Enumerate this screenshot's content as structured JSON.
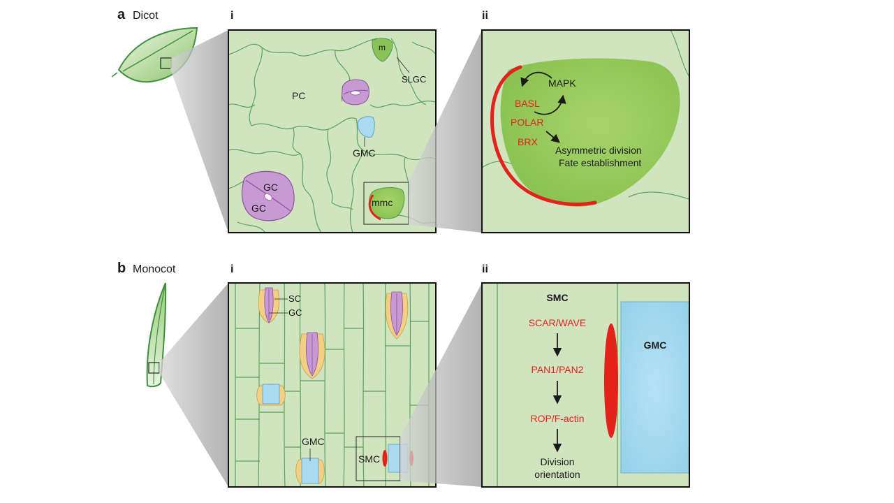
{
  "colors": {
    "tissue": "#cfe4bf",
    "wall": "#5aa25a",
    "leaf": "#6fb552",
    "guard": "#c79ad3",
    "gmc": "#a9daf0",
    "subsidiary": "#f3cf86",
    "signal_red": "#e3221c",
    "text": "#1a1a1a"
  },
  "panel_a": {
    "letter": "a",
    "title": "Dicot",
    "sub_i": "i",
    "sub_ii": "ii",
    "labels": {
      "m": "m",
      "slgc": "SLGC",
      "pc": "PC",
      "gmc": "GMC",
      "gc1": "GC",
      "gc2": "GC",
      "mmc": "mmc"
    },
    "signaling": {
      "mapk": "MAPK",
      "basl": "BASL",
      "polar": "POLAR",
      "brx": "BRX",
      "outcome1": "Asymmetric division",
      "outcome2": "Fate establishment"
    }
  },
  "panel_b": {
    "letter": "b",
    "title": "Monocot",
    "sub_i": "i",
    "sub_ii": "ii",
    "labels": {
      "sc": "SC",
      "gc": "GC",
      "gmc": "GMC",
      "smc": "SMC"
    },
    "pathway": {
      "header": "SMC",
      "steps": [
        "SCAR/WAVE",
        "PAN1/PAN2",
        "ROP/F-actin"
      ],
      "outcome1": "Division",
      "outcome2": "orientation",
      "gmc_label": "GMC"
    }
  }
}
